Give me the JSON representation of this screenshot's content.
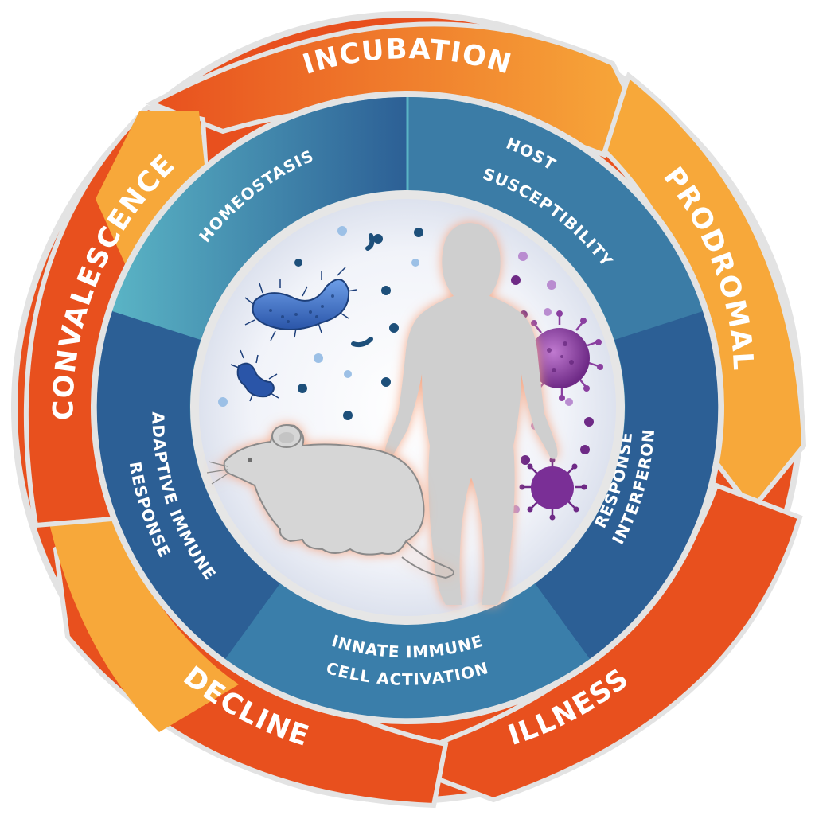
{
  "outer_cycle": {
    "stages": [
      {
        "id": "incubation",
        "label": "INCUBATION"
      },
      {
        "id": "prodromal",
        "label": "PRODROMAL"
      },
      {
        "id": "illness",
        "label": "ILLNESS"
      },
      {
        "id": "decline",
        "label": "DECLINE"
      },
      {
        "id": "convalescence",
        "label": "CONVALESCENCE"
      }
    ],
    "colors": {
      "dark": "#e8501e",
      "light": "#f7a83a",
      "edge": "#d9d9d9"
    }
  },
  "inner_ring": {
    "segments": [
      {
        "id": "homeostasis",
        "lines": [
          "HOMEOSTASIS"
        ]
      },
      {
        "id": "host-susceptibility",
        "lines": [
          "HOST",
          "SUSCEPTIBILITY"
        ]
      },
      {
        "id": "interferon-response",
        "lines": [
          "INTERFERON",
          "RESPONSE"
        ]
      },
      {
        "id": "innate-immune",
        "lines": [
          "INNATE IMMUNE",
          "CELL ACTIVATION"
        ]
      },
      {
        "id": "adaptive-immune",
        "lines": [
          "ADAPTIVE IMMUNE",
          "RESPONSE"
        ]
      }
    ],
    "colors": {
      "dark": "#2c5f95",
      "light": "#5ab4c5"
    }
  },
  "center": {
    "icons": [
      "bacteria-icon",
      "virus-icon",
      "mouse-icon",
      "human-figure-icon"
    ],
    "colors": {
      "bacteria": "#3a6fc4",
      "virus": "#8a3fa0",
      "figure": "#cfcfcf",
      "glow": "#f4a582"
    }
  }
}
